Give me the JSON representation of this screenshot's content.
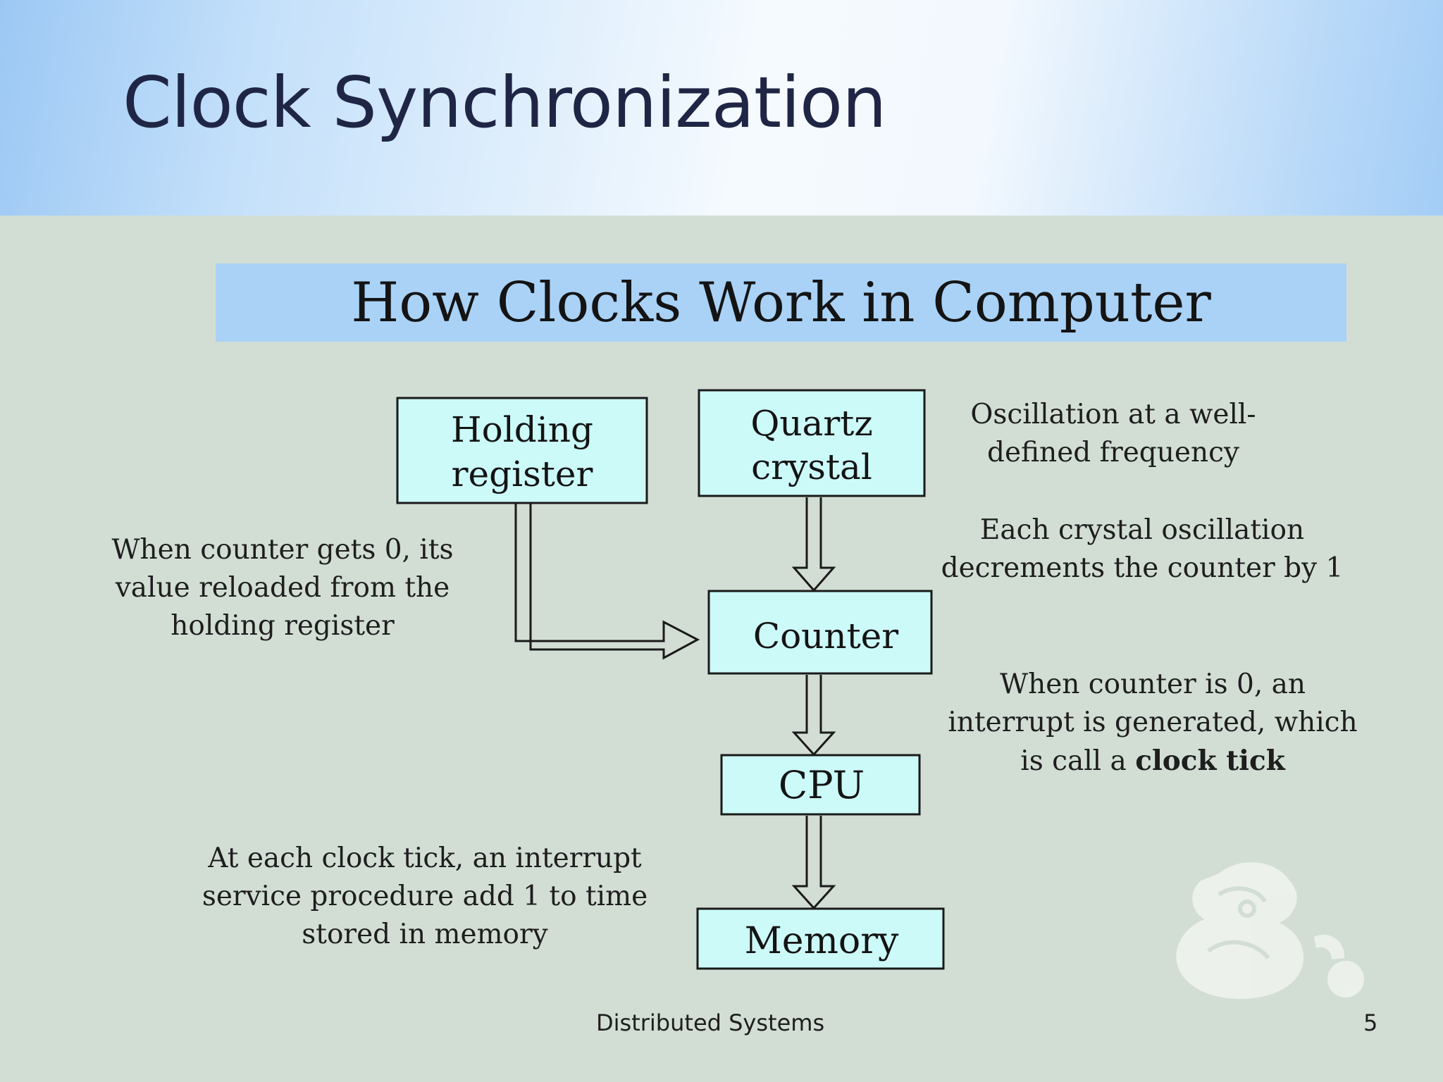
{
  "slide": {
    "title": "Clock Synchronization",
    "footer": "Distributed Systems",
    "page_number": "5"
  },
  "figure": {
    "banner": "How Clocks Work in Computer",
    "boxes": {
      "holding_register": [
        "Holding",
        "register"
      ],
      "quartz_crystal": [
        "Quartz",
        "crystal"
      ],
      "counter": "Counter",
      "cpu": "CPU",
      "memory": "Memory"
    },
    "notes": {
      "oscillation": [
        "Oscillation at a well-",
        "defined frequency"
      ],
      "decrement": [
        "Each crystal oscillation",
        "decrements the counter by 1"
      ],
      "reload": [
        "When counter gets 0, its",
        "value reloaded from the",
        "holding register"
      ],
      "interrupt": [
        "When counter is 0, an",
        "interrupt is generated, which"
      ],
      "interrupt_line3_prefix": "is call a ",
      "interrupt_line3_bold": "clock tick",
      "memory_note": [
        "At each clock tick, an interrupt",
        "service procedure add 1 to time",
        "stored in memory"
      ]
    }
  },
  "colors": {
    "box_fill": "#ccfaf8",
    "banner_fill": "#a9d2f6",
    "title_text": "#1f2645"
  }
}
